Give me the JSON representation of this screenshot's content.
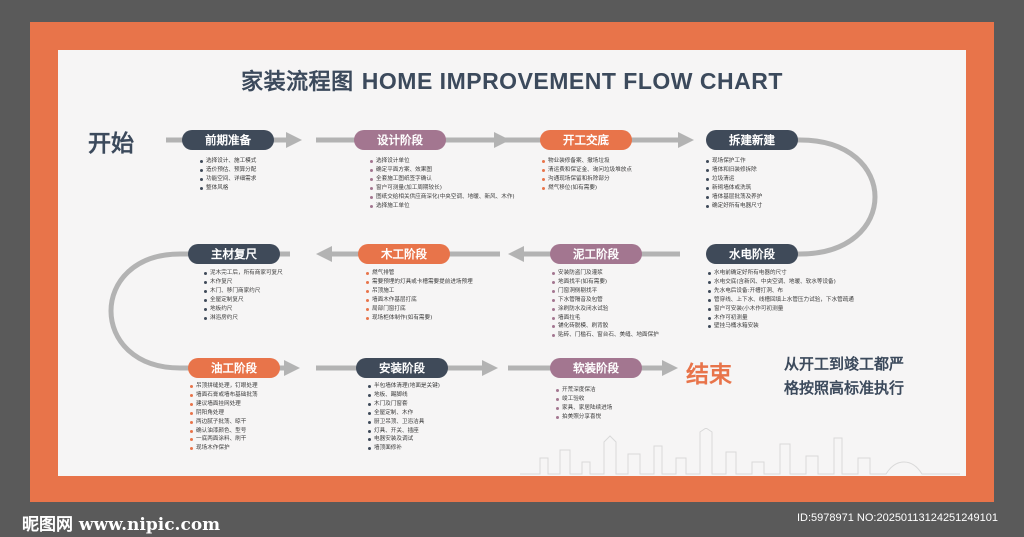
{
  "title": {
    "cn": "家装流程图",
    "en": "HOME IMPROVEMENT FLOW CHART"
  },
  "start_label": "开始",
  "end_label": "结束",
  "slogan": [
    "从开工到竣工都严",
    "格按照高标准执行"
  ],
  "stages": [
    {
      "name": "前期准备",
      "steps": [
        "选择设计、施工模式",
        "造价预估、预算分配",
        "功能空间、详细需求",
        "整体风格"
      ]
    },
    {
      "name": "设计阶段",
      "steps": [
        "选择设计单位",
        "确定平面方案、效果图",
        "全套施工图纸签字确认",
        "窗户可测量(加工周期较长)",
        "图纸交给相关供应商深化(中央空调、地暖、新风、木作)",
        "选择施工单位"
      ]
    },
    {
      "name": "开工交底",
      "steps": [
        "物业装修备案、撤场垃圾",
        "清运费和保证金、询问垃圾堆放点",
        "沟通现场保留和拆除部分",
        "燃气移位(如有需要)"
      ]
    },
    {
      "name": "拆建新建",
      "steps": [
        "现场保护工作",
        "墙体和旧装修拆除",
        "垃圾清运",
        "新砌墙体或洗筑",
        "墙体基层批荡及养护",
        "确定好所有电器尺寸"
      ]
    },
    {
      "name": "水电阶段",
      "steps": [
        "水电前确定好所有电器的尺寸",
        "水电交底(含新风、中央空调、地暖、软水等设备)",
        "先水电后设备:开槽打洞、布",
        "管穿线、上下水、线槽回填上水管压力试验，下水管疏通",
        "窗户可安装(小木作可初测量",
        "木作可初测量",
        "壁挂马桶水箱安装"
      ]
    },
    {
      "name": "泥工阶段",
      "steps": [
        "安装防盗门及灌浆",
        "地面找平(如有需要)",
        "门窗洞侧剔找平",
        "下水管隔音及包管",
        "涂刷防水及闭水试验",
        "墙面拉毛",
        "铺化砖脱模、刷背胶",
        "贴砖、门槛石、窗台石、美缝、地面保护"
      ]
    },
    {
      "name": "木工阶段",
      "steps": [
        "燃气排管",
        "需要预埋的灯具或卡槽需要提前进场预埋",
        "吊顶施工",
        "墙面木作基层打底",
        "局部门窗打底",
        "现场柜体制作(如有需要)"
      ]
    },
    {
      "name": "主材复尺",
      "steps": [
        "泥木完工后，所有商家可复尺",
        "木作复尺",
        "木门、移门商家约尺",
        "全屋定制复尺",
        "地板约尺",
        "淋浴房约尺"
      ]
    },
    {
      "name": "油工阶段",
      "steps": [
        "吊顶拼缝处理，钉眼处理",
        "墙面石膏或墙布基础批荡",
        "建议墙面挂网处理",
        "阴阳角处理",
        "两边腻子批荡、晾干",
        "确认油漆颜色、型号",
        "一底两面涂料、刷干",
        "现场木作保护"
      ]
    },
    {
      "name": "安装阶段",
      "steps": [
        "半包墙体清理(地面是关键)",
        "地板、踢脚线",
        "木门及门窗套",
        "全屋定制、木作",
        "厨卫吊顶、卫浴洁具",
        "灯具、开关、插座",
        "电器安装及调试",
        "墙顶面修补"
      ]
    },
    {
      "name": "软装阶段",
      "steps": [
        "开荒深度保洁",
        "竣工验收",
        "家具、家居陆续进场",
        "拍美照分享喜悦"
      ]
    }
  ],
  "footer": {
    "logo": "昵图网 www.nipic.com",
    "id": "ID:5978971 NO:20250113124251249101"
  },
  "colors": {
    "frame": "#e8744a",
    "dark": "#3f4a59",
    "purple": "#a37690",
    "orange": "#e8744a",
    "arrow": "#b3b3b3",
    "background": "#5a5a5a"
  }
}
